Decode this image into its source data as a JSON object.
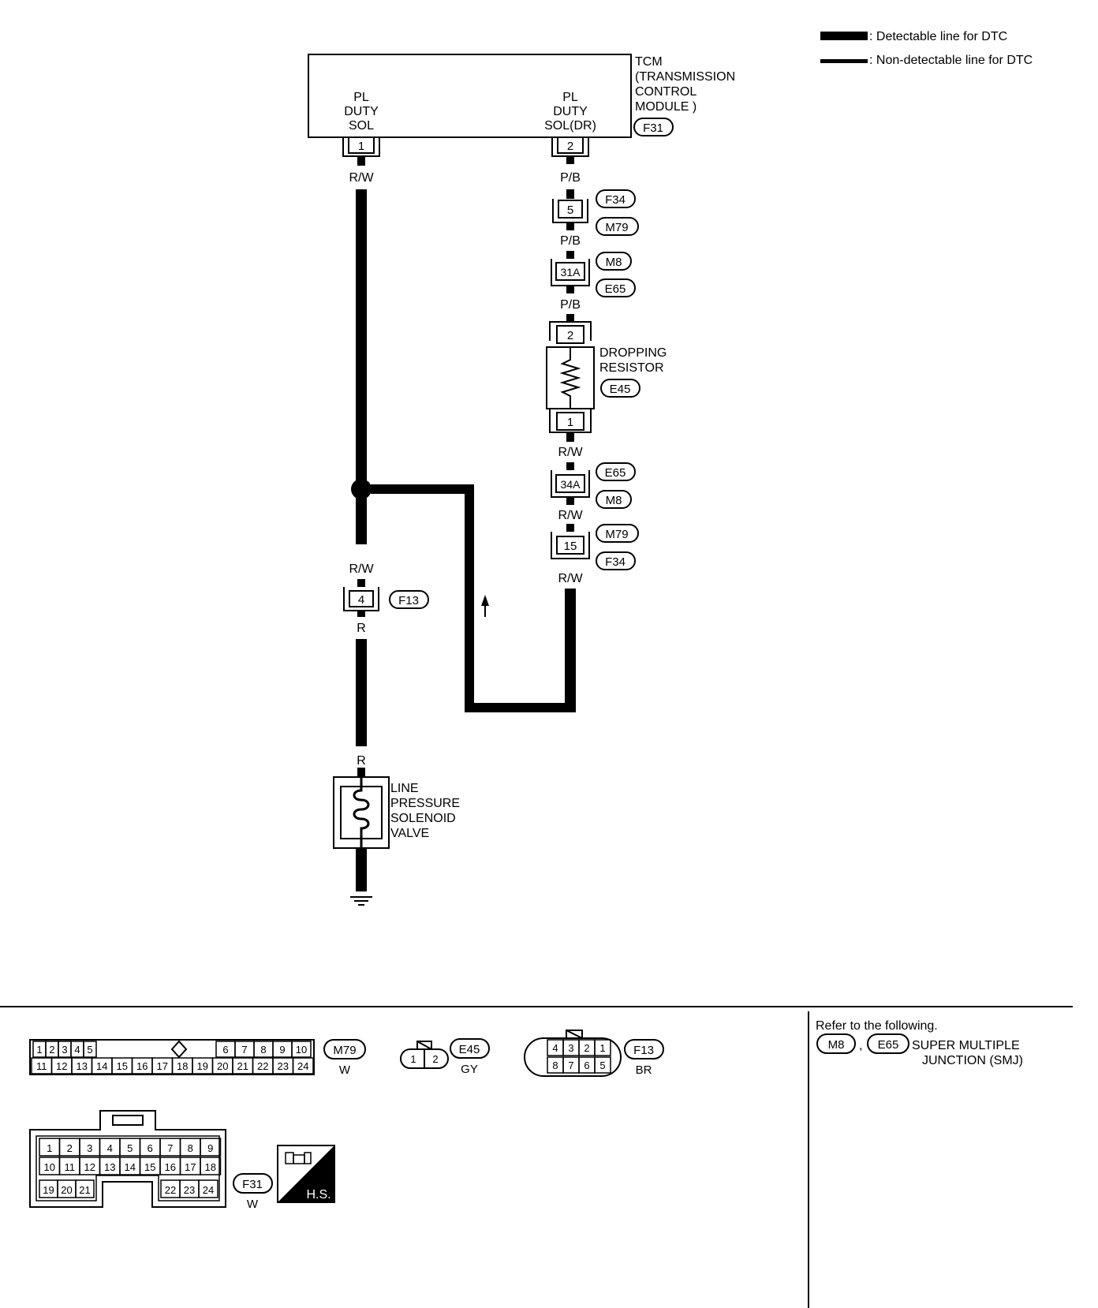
{
  "legend": {
    "detectable": ": Detectable line for DTC",
    "non_detectable": ": Non-detectable line for DTC"
  },
  "tcm": {
    "title_lines": [
      "TCM",
      "(TRANSMISSION",
      "CONTROL",
      "MODULE )"
    ],
    "connector": "F31",
    "terminal_left": {
      "lines": [
        "PL",
        "DUTY",
        "SOL"
      ],
      "pin": "1"
    },
    "terminal_right": {
      "lines": [
        "PL",
        "DUTY",
        "SOL(DR)"
      ],
      "pin": "2"
    }
  },
  "right_branch": {
    "wire1": "P/B",
    "conn1": {
      "pin": "5",
      "tag_top": "F34",
      "tag_bottom": "M79"
    },
    "wire2": "P/B",
    "conn2": {
      "pin": "31A",
      "tag_top": "M8",
      "tag_bottom": "E65"
    },
    "wire3": "P/B",
    "resistor": {
      "pin_top": "2",
      "pin_bottom": "1",
      "label_lines": [
        "DROPPING",
        "RESISTOR"
      ],
      "tag": "E45"
    },
    "wire4": "R/W",
    "conn3": {
      "pin": "34A",
      "tag_top": "E65",
      "tag_bottom": "M8"
    },
    "wire5": "R/W",
    "conn4": {
      "pin": "15",
      "tag_top": "M79",
      "tag_bottom": "F34"
    },
    "wire6": "R/W"
  },
  "left_branch": {
    "wire1": "R/W",
    "wire2": "R/W",
    "conn": {
      "pin": "4",
      "tag": "F13"
    },
    "wire3": "R",
    "wire4": "R",
    "solenoid_lines": [
      "LINE",
      "PRESSURE",
      "SOLENOID",
      "VALVE"
    ]
  },
  "connectors": {
    "m79": {
      "tag": "M79",
      "color": "W",
      "row1_left": [
        "1",
        "2",
        "3",
        "4",
        "5"
      ],
      "row1_right": [
        "6",
        "7",
        "8",
        "9",
        "10"
      ],
      "row2": [
        "11",
        "12",
        "13",
        "14",
        "15",
        "16",
        "17",
        "18",
        "19",
        "20",
        "21",
        "22",
        "23",
        "24"
      ]
    },
    "e45": {
      "tag": "E45",
      "color": "GY",
      "pins": [
        "1",
        "2"
      ]
    },
    "f13": {
      "tag": "F13",
      "color": "BR",
      "row1": [
        "4",
        "3",
        "2",
        "1"
      ],
      "row2": [
        "8",
        "7",
        "6",
        "5"
      ]
    },
    "f31": {
      "tag": "F31",
      "color": "W",
      "row1": [
        "1",
        "2",
        "3",
        "4",
        "5",
        "6",
        "7",
        "8",
        "9"
      ],
      "row2": [
        "10",
        "11",
        "12",
        "13",
        "14",
        "15",
        "16",
        "17",
        "18"
      ],
      "row3_left": [
        "19",
        "20",
        "21"
      ],
      "row3_right": [
        "22",
        "23",
        "24"
      ],
      "badge": "H.S."
    }
  },
  "reference": {
    "title": "Refer to the following.",
    "tag1": "M8",
    "separator": ",",
    "tag2": "E65",
    "desc_line1": "SUPER MULTIPLE",
    "desc_line2": "JUNCTION (SMJ)"
  }
}
